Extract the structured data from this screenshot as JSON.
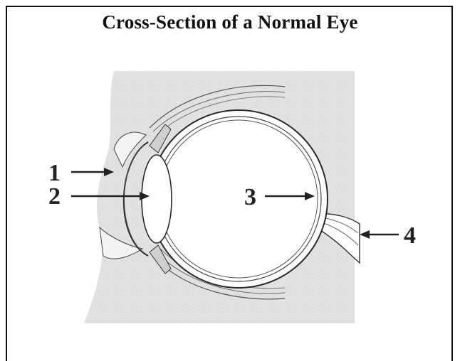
{
  "title": "Cross-Section of a Normal Eye",
  "labels": [
    {
      "id": "1",
      "text": "1"
    },
    {
      "id": "2",
      "text": "2"
    },
    {
      "id": "3",
      "text": "3"
    },
    {
      "id": "4",
      "text": "4"
    }
  ],
  "colors": {
    "background_tissue": "#dedede",
    "line": "#2a2a2a",
    "eyeball_interior": "#ffffff",
    "border": "#111111"
  }
}
